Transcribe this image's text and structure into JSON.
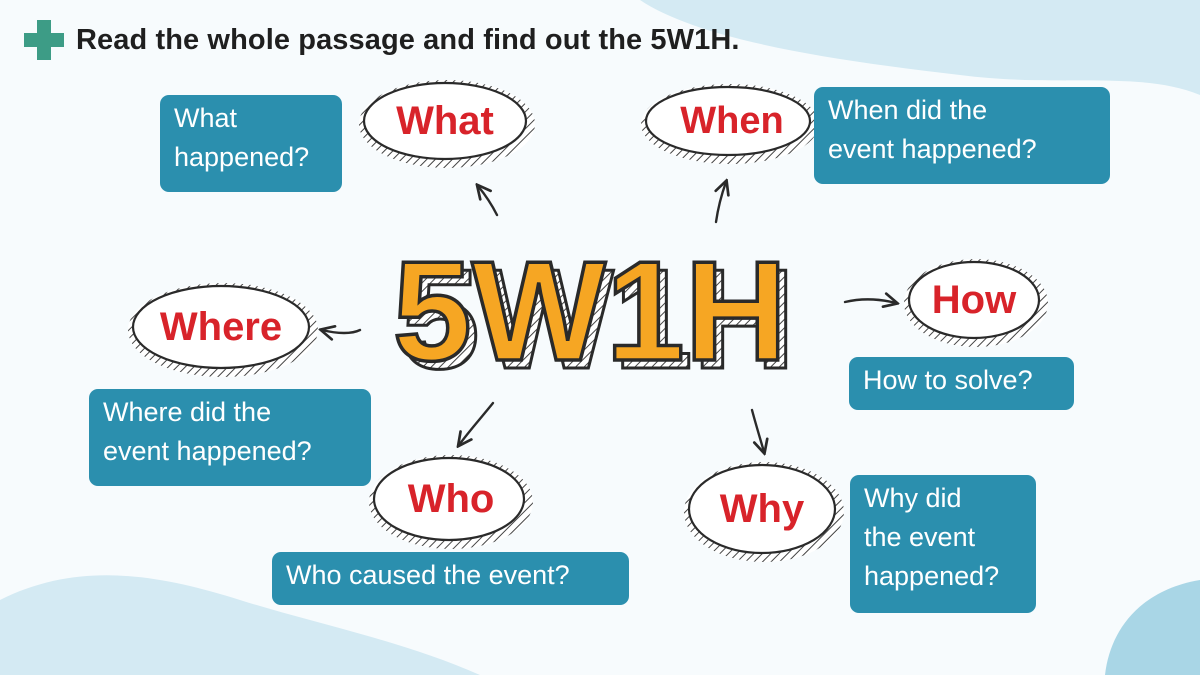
{
  "title": "Read the whole passage and find out the 5W1H.",
  "center": {
    "label": "5W1H",
    "fill": "#f6a623",
    "outline": "#2a2a2a"
  },
  "nodes": [
    {
      "key": "what",
      "word": "What",
      "question_lines": [
        "What",
        "happened?"
      ]
    },
    {
      "key": "when",
      "word": "When",
      "question_lines": [
        "When did the",
        "event happened?"
      ]
    },
    {
      "key": "where",
      "word": "Where",
      "question_lines": [
        "Where did the",
        "event happened?"
      ]
    },
    {
      "key": "how",
      "word": "How",
      "question_lines": [
        "How to solve?"
      ]
    },
    {
      "key": "who",
      "word": "Who",
      "question_lines": [
        "Who caused the event?"
      ]
    },
    {
      "key": "why",
      "word": "Why",
      "question_lines": [
        "Why did",
        "the event",
        "happened?"
      ]
    }
  ],
  "colors": {
    "accent_plus": "#3d9c86",
    "box_fill": "#2b8fae",
    "box_text": "#ffffff",
    "word_text": "#d8232a",
    "background": "#f7fbfd",
    "blob": "#cfe7f1"
  },
  "icons": {
    "header": "plus-icon",
    "connector": "arrow-icon"
  }
}
